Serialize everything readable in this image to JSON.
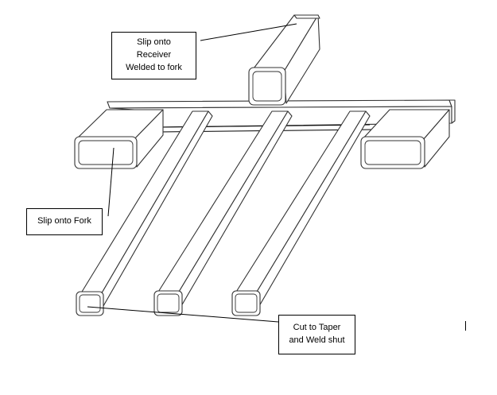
{
  "callouts": {
    "receiver": {
      "lines": [
        "Slip onto",
        "Receiver",
        "Welded to fork"
      ]
    },
    "fork": {
      "lines": [
        "Slip onto Fork"
      ]
    },
    "taper": {
      "lines": [
        "Cut to Taper",
        "and Weld shut"
      ]
    }
  },
  "colors": {
    "stroke": "#333333",
    "background": "#ffffff",
    "text": "#000000"
  }
}
